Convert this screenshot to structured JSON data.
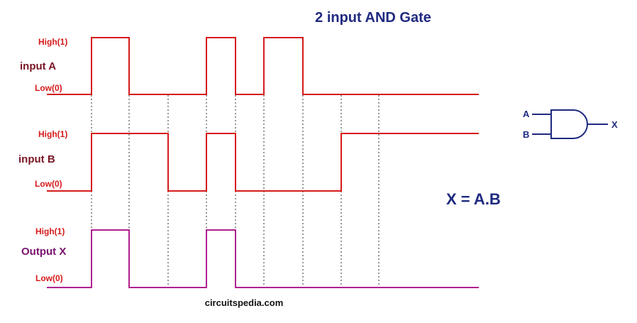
{
  "title": "2 input AND Gate",
  "equation": "X = A.B",
  "credit": "circuitspedia.com",
  "level_high": "High(1)",
  "level_low": "Low(0)",
  "colors": {
    "input_wave": "#d61a1a",
    "output_wave": "#b0208f",
    "gate": "#1f2a80",
    "title": "#1f2a80"
  },
  "gate": {
    "input_a": "A",
    "input_b": "B",
    "output": "X"
  },
  "chart_data": {
    "type": "timing",
    "title": "2 input AND Gate",
    "levels": [
      "Low(0)",
      "High(1)"
    ],
    "time_divisions": 9,
    "signals": [
      {
        "name": "input A",
        "states": [
          0,
          1,
          0,
          0,
          1,
          0,
          1,
          0,
          0,
          0,
          0
        ]
      },
      {
        "name": "input B",
        "states": [
          0,
          1,
          1,
          0,
          1,
          0,
          0,
          0,
          1,
          1,
          1
        ]
      },
      {
        "name": "Output X",
        "states": [
          0,
          1,
          0,
          0,
          1,
          0,
          0,
          0,
          0,
          0,
          0
        ]
      }
    ]
  }
}
